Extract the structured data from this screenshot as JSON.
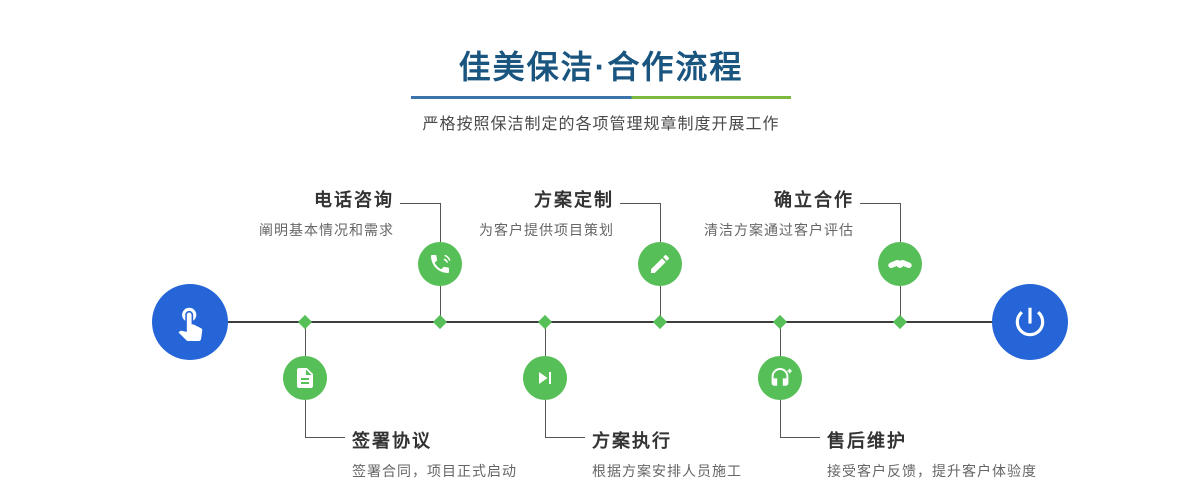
{
  "header": {
    "title": "佳美保洁·合作流程",
    "subtitle": "严格按照保洁制定的各项管理规章制度开展工作",
    "title_color": "#1a5580",
    "divider_blue": "#3b74ab",
    "divider_green": "#7cb93f"
  },
  "colors": {
    "node_green": "#57bf57",
    "endpoint_blue": "#2565d8",
    "timeline_line": "#3d3d3d",
    "step_title_text": "#333333",
    "step_desc_text": "#666666"
  },
  "timeline": {
    "start_icon": "hand-pointer-icon",
    "end_icon": "power-icon",
    "steps_top": [
      {
        "title": "电话咨询",
        "desc": "阐明基本情况和需求",
        "icon": "phone-icon"
      },
      {
        "title": "方案定制",
        "desc": "为客户提供项目策划",
        "icon": "pencil-icon"
      },
      {
        "title": "确立合作",
        "desc": "清洁方案通过客户评估",
        "icon": "handshake-icon"
      }
    ],
    "steps_bottom": [
      {
        "title": "签署协议",
        "desc": "签署合同，项目正式启动",
        "icon": "contract-icon"
      },
      {
        "title": "方案执行",
        "desc": "根据方案安排人员施工",
        "icon": "play-icon"
      },
      {
        "title": "售后维护",
        "desc": "接受客户反馈，提升客户体验度",
        "icon": "headset-icon"
      }
    ]
  }
}
